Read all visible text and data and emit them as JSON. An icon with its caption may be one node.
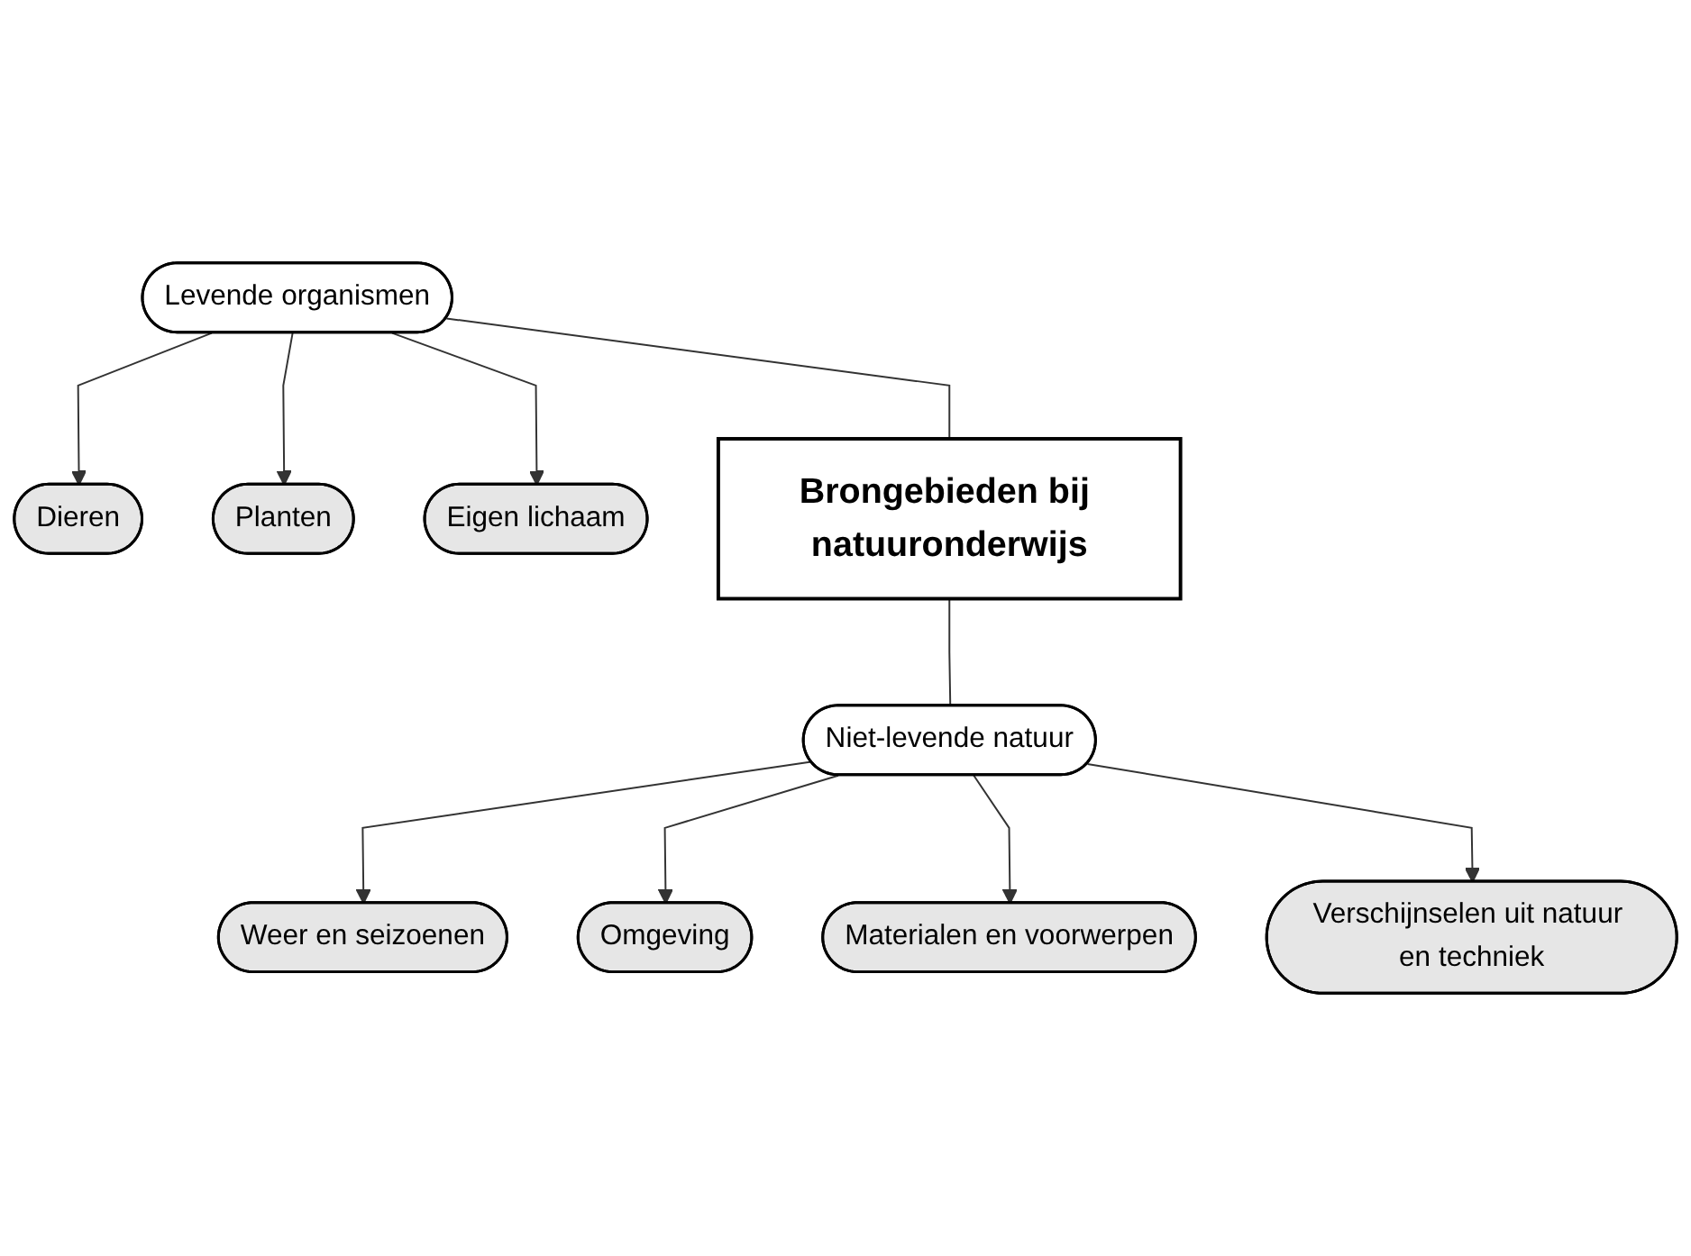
{
  "diagram": {
    "nodes": [
      {
        "text": [
          "Dieren"
        ]
      },
      {
        "text": [
          "Planten"
        ]
      },
      {
        "text": [
          "Eigen lichaam"
        ]
      },
      {
        "text": [
          "Levende organismen"
        ]
      },
      {
        "text": [
          "Brongebieden bij natuuronderwijs"
        ]
      },
      {
        "text": [
          "Weer en seizoenen"
        ]
      },
      {
        "text": [
          "Omgeving"
        ]
      },
      {
        "text": [
          "Niet-levende natuur"
        ]
      },
      {
        "text": [
          "Materialen en voorwerpen"
        ]
      },
      {
        "text": [
          "Verschijnselen uit natuur en techniek"
        ]
      }
    ],
    "edges": [
      {
        "from": 3,
        "to": 0,
        "arrow": "to"
      },
      {
        "from": 3,
        "to": 1,
        "arrow": "to"
      },
      {
        "from": 3,
        "to": 2,
        "arrow": "to"
      },
      {
        "from": 3,
        "to": 4,
        "arrow": "none"
      },
      {
        "from": 4,
        "to": 7,
        "arrow": "none"
      },
      {
        "from": 7,
        "to": 5,
        "arrow": "to"
      },
      {
        "from": 7,
        "to": 6,
        "arrow": "to"
      },
      {
        "from": 7,
        "to": 8,
        "arrow": "to"
      },
      {
        "from": 7,
        "to": 9,
        "arrow": "to"
      }
    ]
  }
}
